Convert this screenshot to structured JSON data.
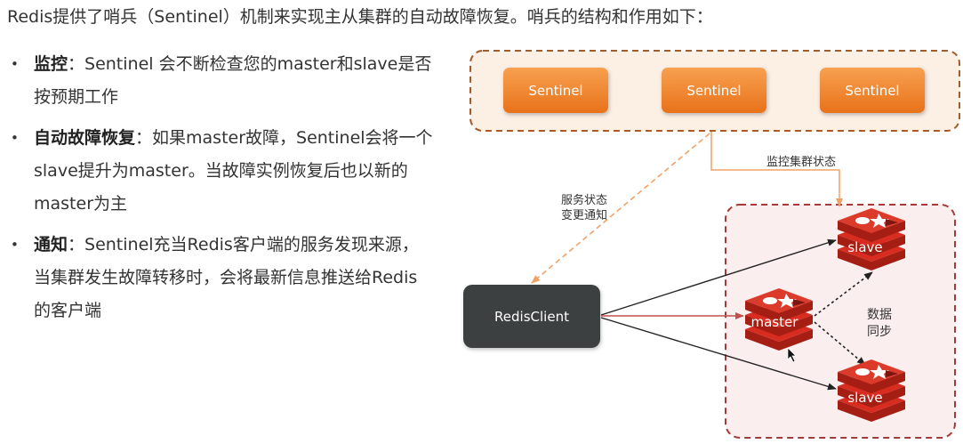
{
  "heading": "Redis提供了哨兵（Sentinel）机制来实现主从集群的自动故障恢复。哨兵的结构和作用如下：",
  "bullets": [
    {
      "term": "监控",
      "text": "：Sentinel 会不断检查您的master和slave是否按预期工作"
    },
    {
      "term": "自动故障恢复",
      "text": "：如果master故障，Sentinel会将一个slave提升为master。当故障实例恢复后也以新的master为主"
    },
    {
      "term": "通知",
      "text": "：Sentinel充当Redis客户端的服务发现来源，当集群发生故障转移时，会将最新信息推送给Redis的客户端"
    }
  ],
  "bullet_marker": "•",
  "diagram": {
    "sentinels": [
      "Sentinel",
      "Sentinel",
      "Sentinel"
    ],
    "client": "RedisClient",
    "monitor_label": "监控集群状态",
    "notify_label_line1": "服务状态",
    "notify_label_line2": "变更通知",
    "master_label": "master",
    "slave_top_label": "slave",
    "slave_bottom_label": "slave",
    "sync_label_line1": "数据",
    "sync_label_line2": "同步"
  },
  "colors": {
    "sentinel_box": "#f08a2c",
    "sentinel_group_border": "#a65c2a",
    "sentinel_group_fill": "#fcefe4",
    "cluster_border": "#a43a3a",
    "cluster_fill": "#fbeeee",
    "client_box": "#3c3f41",
    "redis_red": "#d82c20",
    "orange_line": "#f0a266"
  }
}
